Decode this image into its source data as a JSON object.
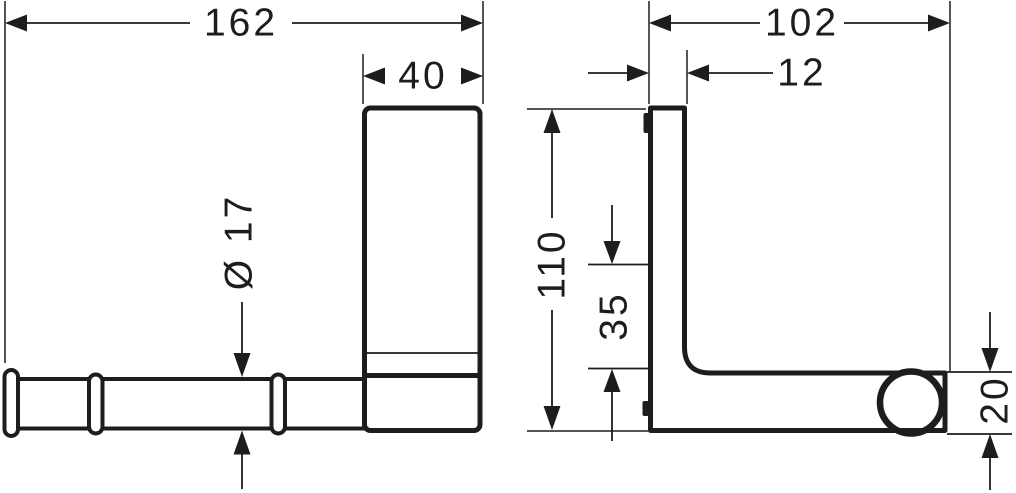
{
  "drawing": {
    "type": "technical-dimension-drawing",
    "colors": {
      "line": "#1d1d1b",
      "background": "#ffffff"
    },
    "dimensions": {
      "front_overall_width": "162",
      "front_plate_width": "40",
      "front_bar_diameter": "Ø 17",
      "side_depth": "102",
      "side_plate_thickness": "12",
      "side_height": "110",
      "side_arm_offset": "35",
      "side_arm_height": "20"
    }
  }
}
